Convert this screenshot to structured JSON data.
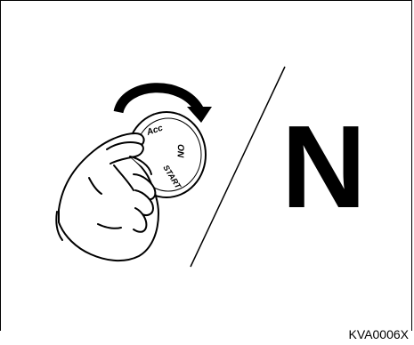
{
  "figure": {
    "gear_indicator": "N",
    "figure_code": "KVA0006X",
    "ignition_positions": [
      "Acc",
      "ON",
      "START"
    ]
  }
}
